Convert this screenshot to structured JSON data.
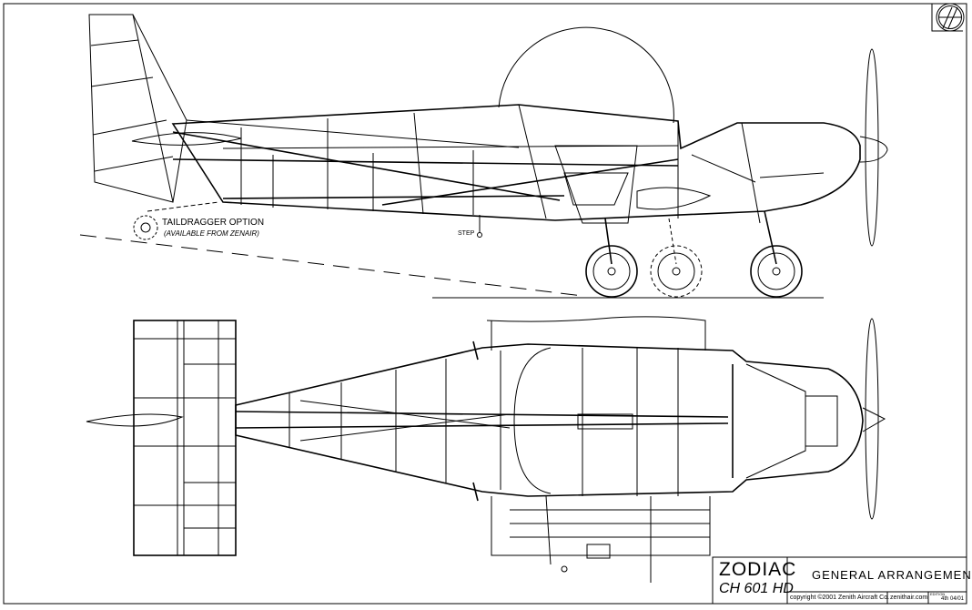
{
  "drawing": {
    "model_name": "ZODIAC",
    "model_code": "CH 601 HD",
    "title": "GENERAL ARRANGEMENT",
    "copyright": "copyright ©2001 Zenith Aircraft Co.",
    "website": "zenithair.com",
    "edition_label": "EDITION",
    "edition_value": "4th 04/01",
    "logo_text": "ZH"
  },
  "side_view": {
    "taildragger_label": "TAILDRAGGER   OPTION",
    "taildragger_note": "(AVAILABLE FROM ZENAIR)",
    "step_label": "STEP"
  }
}
